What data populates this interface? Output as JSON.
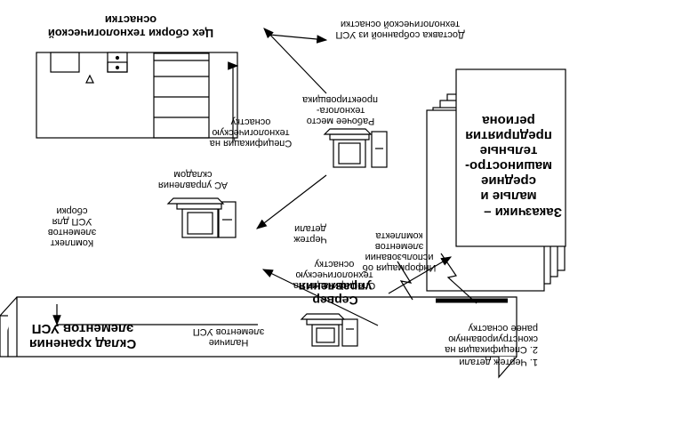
{
  "labels": {
    "warehouse": "Склад хранения элементов УСП",
    "presence": "Наличие элементов УСП",
    "spec_server": "Спецификация на технологическую оснастку",
    "drawing_part": "Чертеж детали",
    "server": "Сервер управления",
    "info_usage": "Информация об использовании элементов комплекта",
    "customers_title": "Заказчики –",
    "customers_body": "малые и средние машиностро-тельные предприятия региона",
    "input_1": "1. Чертеж детали",
    "input_2": "2. Спецификация на сконструированную ранее оснастку",
    "kit": "Комплект элементов УСП для сборки",
    "as_warehouse": "АС управления складом",
    "workplace": "Рабочее место технолога-проектировщика",
    "spec_assembly": "Спецификация на технологическую оснастку",
    "shop": "Цех сборки технологической оснастки",
    "delivery": "Доставка собранной из УСП технологической оснастки"
  }
}
